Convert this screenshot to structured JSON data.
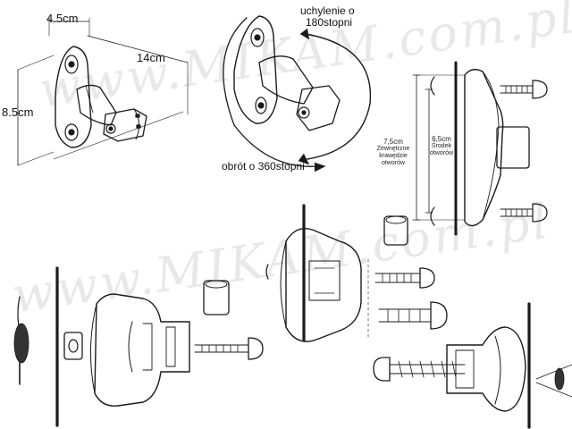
{
  "dimensions": {
    "depth": "4.5cm",
    "length": "14cm",
    "height": "8.5cm"
  },
  "rotation": {
    "tilt": "uchylenie o\n180stopni",
    "tilt_line1": "uchylenie o",
    "tilt_line2": "180stopni",
    "spin": "obrót o 360stopni"
  },
  "mounting_holes": {
    "outer_value": "7,5cm",
    "outer_desc_1": "Zewnętrzne",
    "outer_desc_2": "krawędzie",
    "outer_desc_3": "otworów",
    "center_value": "6,5cm",
    "center_desc_1": "Środek",
    "center_desc_2": "otworów"
  },
  "watermark": "www.MIKAM.com.pl",
  "colors": {
    "line": "#1a1a1a",
    "watermark": "#9a9a9a"
  }
}
